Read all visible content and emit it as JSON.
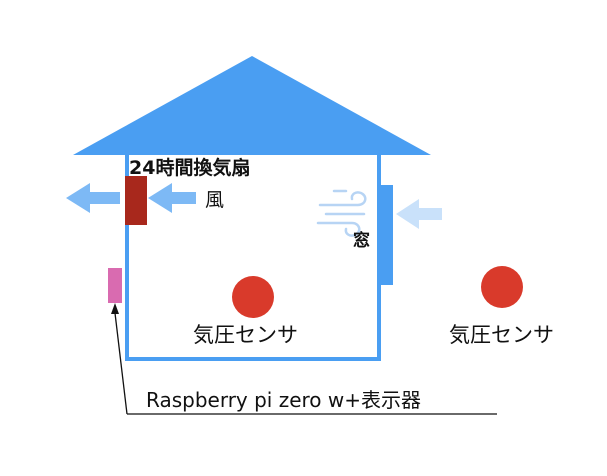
{
  "labels": {
    "fan": "24時間換気扇",
    "wind": "風",
    "window": "窓",
    "sensor_inside": "気圧センサ",
    "sensor_outside": "気圧センサ",
    "device": "Raspberry pi zero w+表示器"
  },
  "colors": {
    "roof": "#4A9EF2",
    "wall": "#4A9EF2",
    "fan": "#A8281C",
    "window": "#4A9EF2",
    "sensor": "#D93A2B",
    "device": "#D96BB0",
    "arrow_fan": "#7DB9F5",
    "arrow_window": "#C9E1FA",
    "wind_icon": "#B7D4F4"
  },
  "icons": {
    "wind": "wind-gust-icon"
  }
}
